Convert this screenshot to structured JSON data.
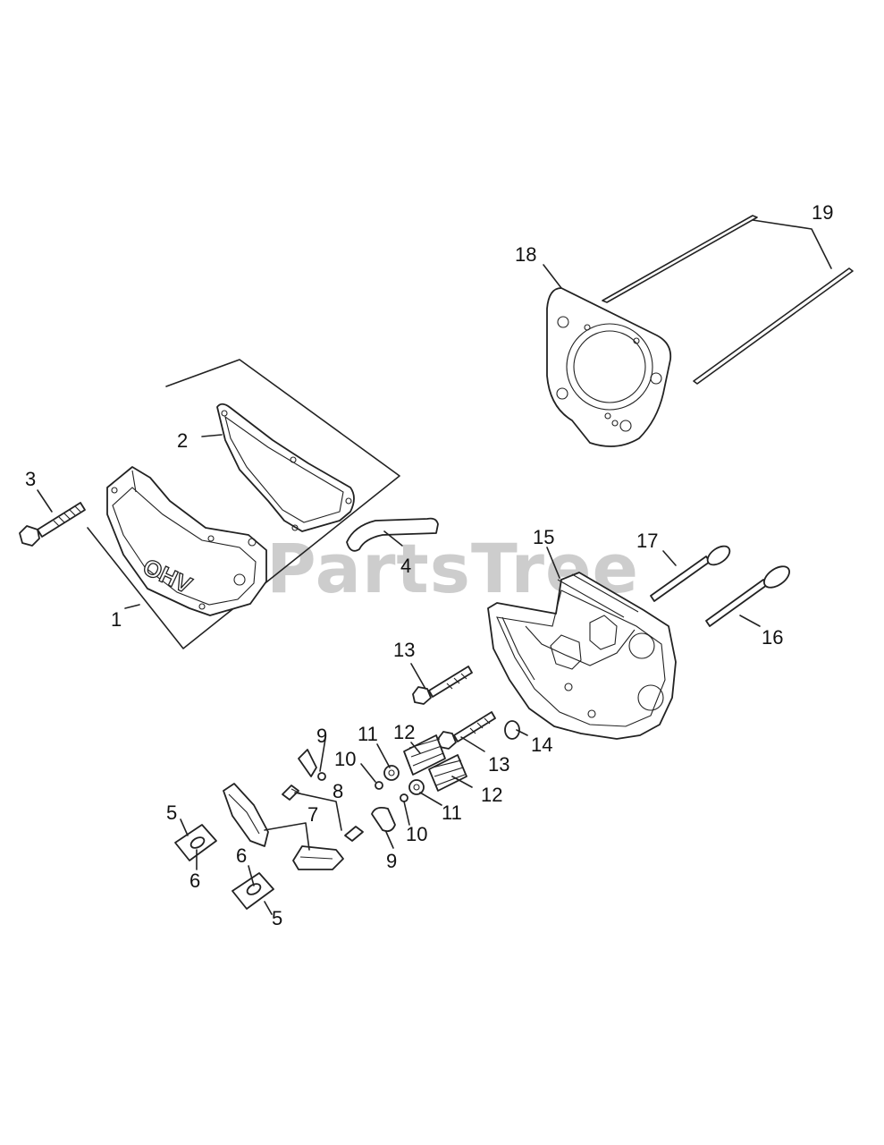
{
  "watermark": "PartsTree",
  "casting_text": "OHV",
  "callouts": [
    "1",
    "2",
    "3",
    "4",
    "5",
    "5",
    "6",
    "6",
    "7",
    "8",
    "9",
    "9",
    "10",
    "10",
    "11",
    "11",
    "12",
    "12",
    "13",
    "13",
    "14",
    "15",
    "16",
    "17",
    "18",
    "19"
  ]
}
